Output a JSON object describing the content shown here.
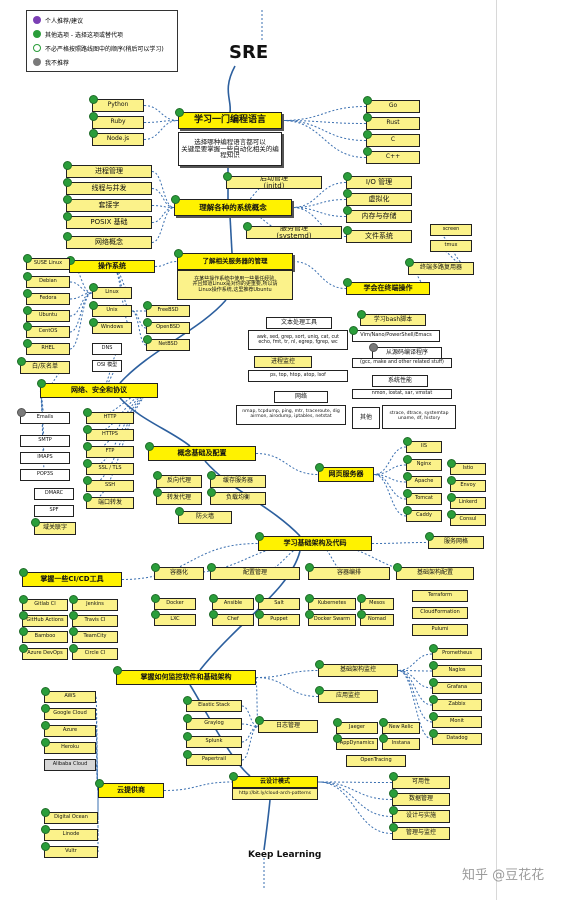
{
  "legend": [
    {
      "label": "个人推荐/建议",
      "mark": "purple"
    },
    {
      "label": "其他选项 - 选择这项或替代项",
      "mark": "green"
    },
    {
      "label": "不必严格按照路线图中的顺序(稍后可以学习)",
      "mark": "ring"
    },
    {
      "label": "我不推荐",
      "mark": "gray"
    }
  ],
  "title": "SRE",
  "footer": "Keep Learning",
  "watermark": "知乎 @豆花花",
  "languages": {
    "title": "学习一门编程语言",
    "note_line1": "选择哪种编程语言都可以",
    "note_line2": "关键是要掌握一些自动化相关的编程知识",
    "left": [
      "Python",
      "Ruby",
      "Node.js"
    ],
    "right": [
      "Go",
      "Rust",
      "C",
      "C++"
    ]
  },
  "os_concepts": {
    "title": "理解各种的系统概念",
    "left": [
      "进程管理",
      "线程与并发",
      "套接字",
      "POSIX 基础",
      "网络概念"
    ],
    "top_items": [
      "启动管理",
      "服务管理"
    ],
    "top_tags": [
      "(initd)",
      "(systemd)"
    ],
    "right": [
      "I/O 管理",
      "虚拟化",
      "内存与存储",
      "文件系统"
    ]
  },
  "server": {
    "title": "了解相关服务器的管理",
    "note": [
      "在某些操作系统中使用一些量任经验,",
      "并且知道Linux是对你的更重要,所以请",
      "Linux操作系统,这里推荐Ubuntu"
    ]
  },
  "os": {
    "title": "操作系统",
    "linux_distros": [
      "SUSE Linux",
      "Debian",
      "Fedora",
      "Ubuntu",
      "CentOS",
      "RHEL"
    ],
    "families": [
      "Linux",
      "Unix",
      "Windows"
    ],
    "bsd": [
      "FreeBSD",
      "OpenBSD",
      "NetBSD"
    ]
  },
  "terminal": {
    "title": "学会在终端操作",
    "multiplexers_title": "终端多路复用器",
    "multiplexers": [
      "screen",
      "tmux"
    ],
    "text_tools_title": "文本处理工具",
    "text_tools_line1": "awk, sed, grep, sort, uniq, cat, cut",
    "text_tools_line2": "echo, fmt, tr, nl, egrep, fgrep, wc",
    "process_title": "进程监控",
    "process_items": "ps, top, htop, atop, lsof",
    "network_title": "网络",
    "network_line1": "nmap, tcpdump, ping, mtr, traceroute, dig",
    "network_line2": "airmon, airodump, iptables, netstat",
    "bash_title": "学习bash脚本",
    "editors": "Vim/Nano/PowerShell/Emacs",
    "compile_title": "从源码编译程序",
    "compile_items": "(gcc, make and other related stuff)",
    "perf_title": "系统性能",
    "perf_items": "nmon, iostat, sar, vmstat",
    "other_title": "其他",
    "other_line1": "strace, dtrace, systemtap",
    "other_line2": "uname, df, history"
  },
  "network": {
    "title": "网络、安全和协议",
    "dns": "DNS",
    "osi": "OSI 模型",
    "names": "白/灰名单",
    "left": [
      "Emails",
      "SMTP",
      "IMAPS",
      "POP3S",
      "DMARC",
      "SPF",
      "域关联字"
    ],
    "right": [
      "HTTP",
      "HTTPS",
      "FTP",
      "SSL / TLS",
      "SSH",
      "端口转发"
    ]
  },
  "web_servers": {
    "title": "网页服务器",
    "col1": [
      "IIS",
      "Nginx",
      "Apache",
      "Tomcat",
      "Caddy"
    ],
    "col2": [
      "Istio",
      "Envoy",
      "Linkerd",
      "Consul"
    ]
  },
  "concepts": {
    "title": "概念基础及配置",
    "items": [
      "反向代理",
      "缓存服务器",
      "转发代理",
      "负载均衡",
      "防火墙"
    ]
  },
  "infra": {
    "title": "学习基础架构及代码",
    "mesh": "服务网格",
    "containers_title": "容器化",
    "containers": [
      "Docker",
      "LXC"
    ],
    "config_title": "配置管理",
    "config": [
      "Ansible",
      "Salt",
      "Chef",
      "Puppet"
    ],
    "orch_title": "容器编排",
    "orch": [
      "Kubernetes",
      "Mesos",
      "Docker Swarm",
      "Nomad"
    ],
    "provision_title": "基础架构配置",
    "provision": [
      "Terraform",
      "CloudFormation",
      "Pulumi"
    ]
  },
  "ci": {
    "title": "掌握一些CI/CD工具",
    "items": [
      "Gitlab CI",
      "Jenkins",
      "GitHub Actions",
      "Travis CI",
      "Bamboo",
      "TeamCity",
      "Azure DevOps",
      "Circle CI"
    ]
  },
  "monitoring": {
    "title": "掌握如何监控软件和基础架构",
    "infra_title": "基础架构监控",
    "infra": [
      "Prometheus",
      "Nagios",
      "Grafana",
      "Zabbix",
      "Monit",
      "Datadog"
    ],
    "apm_title": "应用监控",
    "apm": [
      "Jaeger",
      "New Relic",
      "AppDynamics",
      "Instana",
      "OpenTracing"
    ],
    "logs_title": "日志管理",
    "logs": [
      "Elastic Stack",
      "Graylog",
      "Splunk",
      "Papertrail"
    ]
  },
  "cloud": {
    "title": "云提供商",
    "providers": [
      "AWS",
      "Google Cloud",
      "Azure",
      "Heroku",
      "Alibaba Cloud",
      "Digital Ocean",
      "Linode",
      "Vultr"
    ],
    "patterns_title": "云设计模式",
    "patterns_link": "http://bit.ly/cloud-arch-patterns",
    "patterns": [
      "可用性",
      "数据管理",
      "设计与实施",
      "管理与监控"
    ]
  }
}
